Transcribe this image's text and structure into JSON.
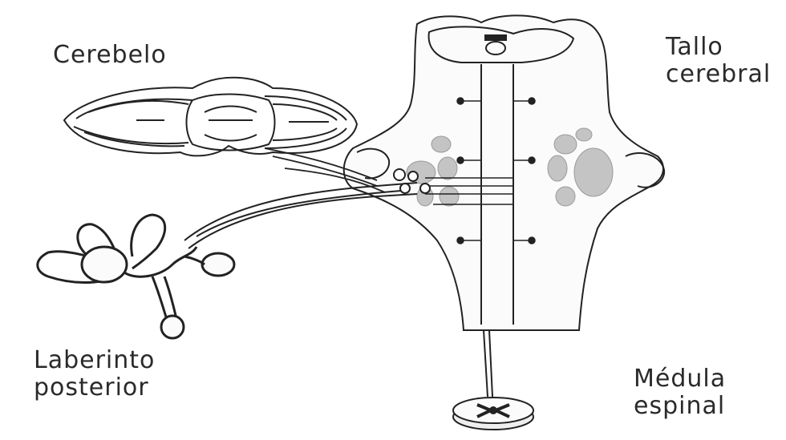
{
  "labels": {
    "cerebelo": "Cerebelo",
    "tallo_line1": "Tallo",
    "tallo_line2": "cerebral",
    "laberinto_line1": "Laberinto",
    "laberinto_line2": "posterior",
    "medula_line1": "Médula",
    "medula_line2": "espinal"
  },
  "colors": {
    "ink": "#1e1e1e",
    "nuclei_fill": "#bdbdbd",
    "background": "#ffffff"
  }
}
